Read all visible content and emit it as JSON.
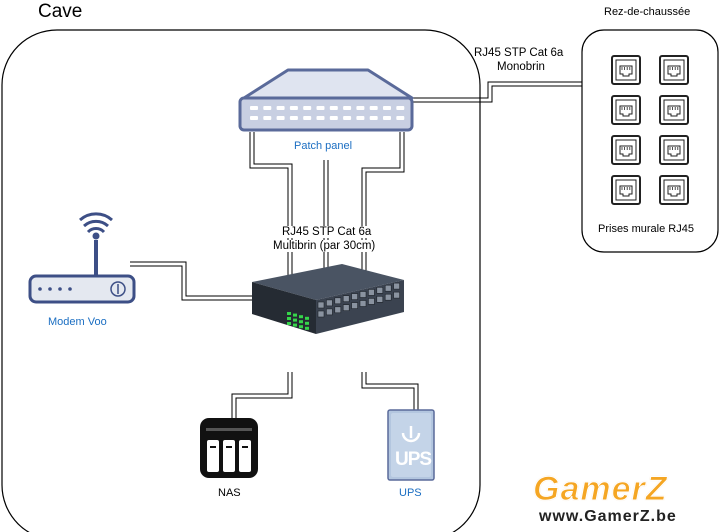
{
  "zones": {
    "basement": "Cave",
    "ground_floor": "Rez-de-chaussée"
  },
  "links": {
    "uplink_line1": "RJ45 STP Cat 6a",
    "uplink_line2": "Monobrin",
    "patch_line1": "RJ45 STP Cat 6a",
    "patch_line2": "Multibrin (par 30cm)"
  },
  "devices": {
    "patch_panel": "Patch panel",
    "modem": "Modem Voo",
    "nas": "NAS",
    "ups": "UPS",
    "ups_text": "UPS",
    "wall_sockets": "Prises murale RJ45"
  },
  "watermark": {
    "logo": "GamerZ",
    "url": "www.GamerZ.be"
  },
  "colors": {
    "blue_label": "#1b6ec2",
    "patch_panel_fill": "#c8cfe2",
    "patch_panel_border": "#5a6a9a",
    "ups_fill": "#b3c6df",
    "modem_fill": "#e4e8f0",
    "logo_orange": "#f5a623"
  }
}
